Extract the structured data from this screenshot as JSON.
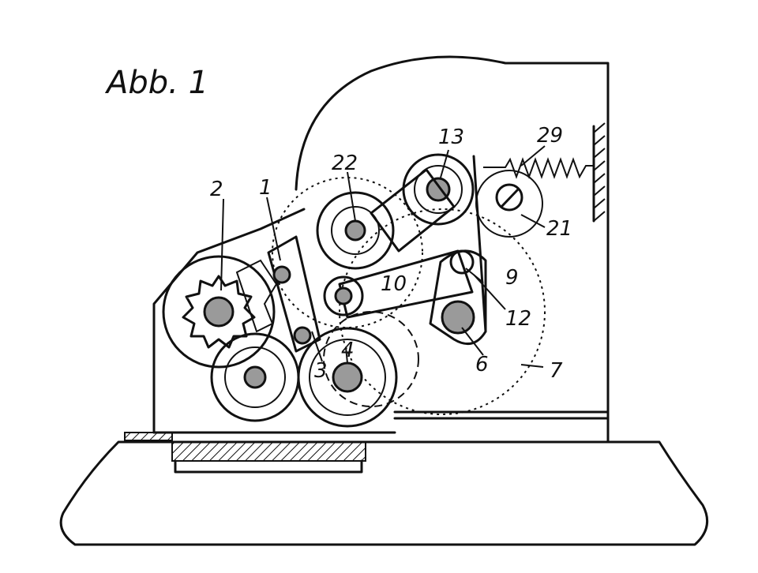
{
  "figure": {
    "title": "Abb. 1",
    "labels": {
      "l1": "1",
      "l2": "2",
      "l3": "3",
      "l4": "4",
      "l6": "6",
      "l7": "7",
      "l9": "9",
      "l10": "10",
      "l12": "12",
      "l13": "13",
      "l21": "21",
      "l22": "22",
      "l29": "29"
    }
  }
}
